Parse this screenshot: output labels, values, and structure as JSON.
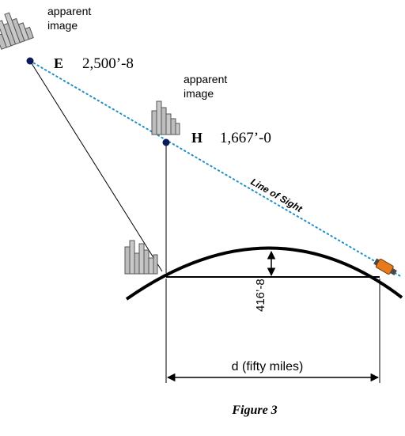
{
  "labels": {
    "apparent_top_1": "apparent",
    "apparent_top_2": "image",
    "apparent_mid_1": "apparent",
    "apparent_mid_2": "image",
    "point_e": "E",
    "height_e": "2,500’-8",
    "point_h": "H",
    "height_h": "1,667’-0",
    "line_of_sight": "Line of Sight",
    "bulge": "416’-8",
    "distance": "d (fifty miles)",
    "caption": "Figure 3"
  },
  "colors": {
    "ink": "#000000",
    "sight_line": "#1e90c8",
    "building_fill": "#bdbdbd",
    "building_stroke": "#555555",
    "point": "#0b1a5a",
    "observer": "#e87a1e"
  },
  "icons": {
    "observer": "telescope-icon",
    "building": "city-skyline-icon"
  }
}
